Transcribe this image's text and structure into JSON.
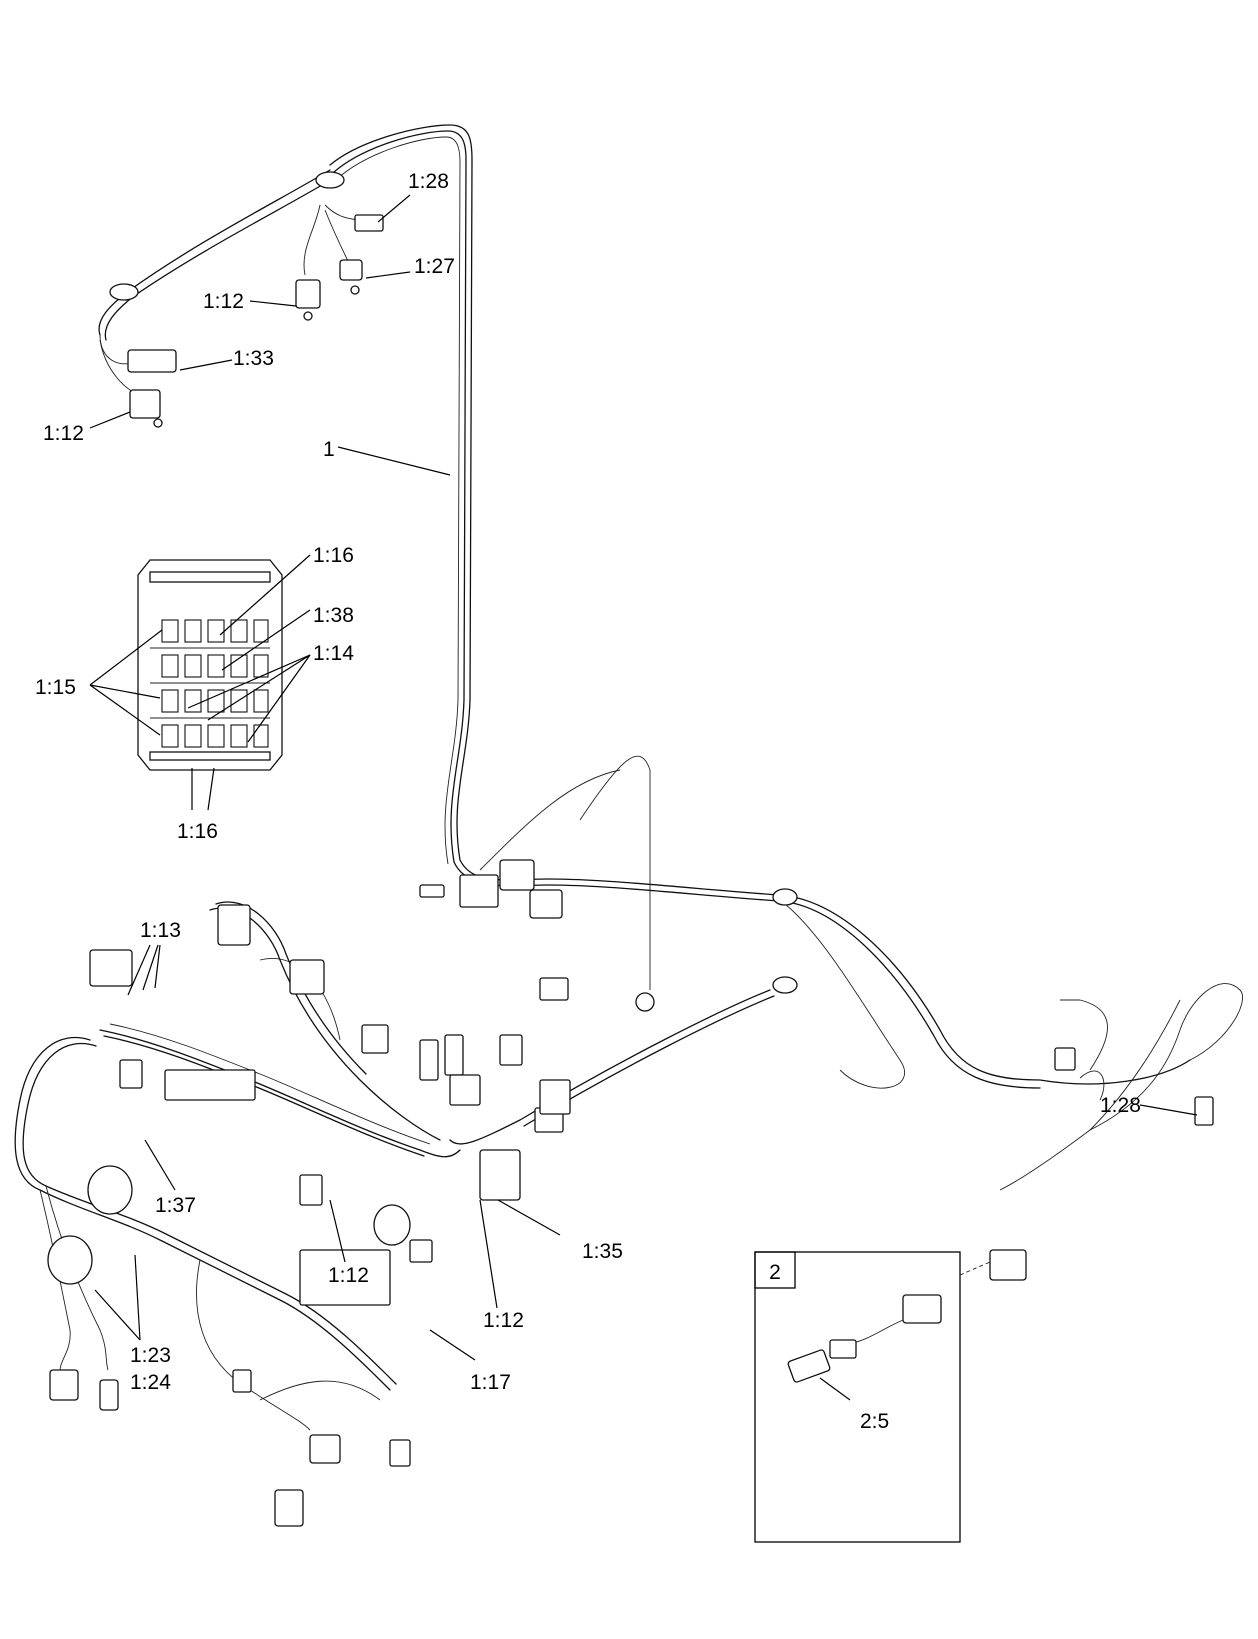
{
  "callouts": [
    {
      "id": "c-1-28-top",
      "text": "1:28"
    },
    {
      "id": "c-1-27",
      "text": "1:27"
    },
    {
      "id": "c-1-12-a",
      "text": "1:12"
    },
    {
      "id": "c-1-33",
      "text": "1:33"
    },
    {
      "id": "c-1-12-b",
      "text": "1:12"
    },
    {
      "id": "c-1",
      "text": "1"
    },
    {
      "id": "c-1-16-top",
      "text": "1:16"
    },
    {
      "id": "c-1-38",
      "text": "1:38"
    },
    {
      "id": "c-1-14",
      "text": "1:14"
    },
    {
      "id": "c-1-15",
      "text": "1:15"
    },
    {
      "id": "c-1-16-bottom",
      "text": "1:16"
    },
    {
      "id": "c-1-13",
      "text": "1:13"
    },
    {
      "id": "c-1-37",
      "text": "1:37"
    },
    {
      "id": "c-1-12-c",
      "text": "1:12"
    },
    {
      "id": "c-1-35",
      "text": "1:35"
    },
    {
      "id": "c-1-12-d",
      "text": "1:12"
    },
    {
      "id": "c-1-17",
      "text": "1:17"
    },
    {
      "id": "c-1-23",
      "text": "1:23"
    },
    {
      "id": "c-1-24",
      "text": "1:24"
    },
    {
      "id": "c-1-28-right",
      "text": "1:28"
    },
    {
      "id": "c-2-5",
      "text": "2:5"
    }
  ],
  "detail_box": {
    "label": "2"
  }
}
